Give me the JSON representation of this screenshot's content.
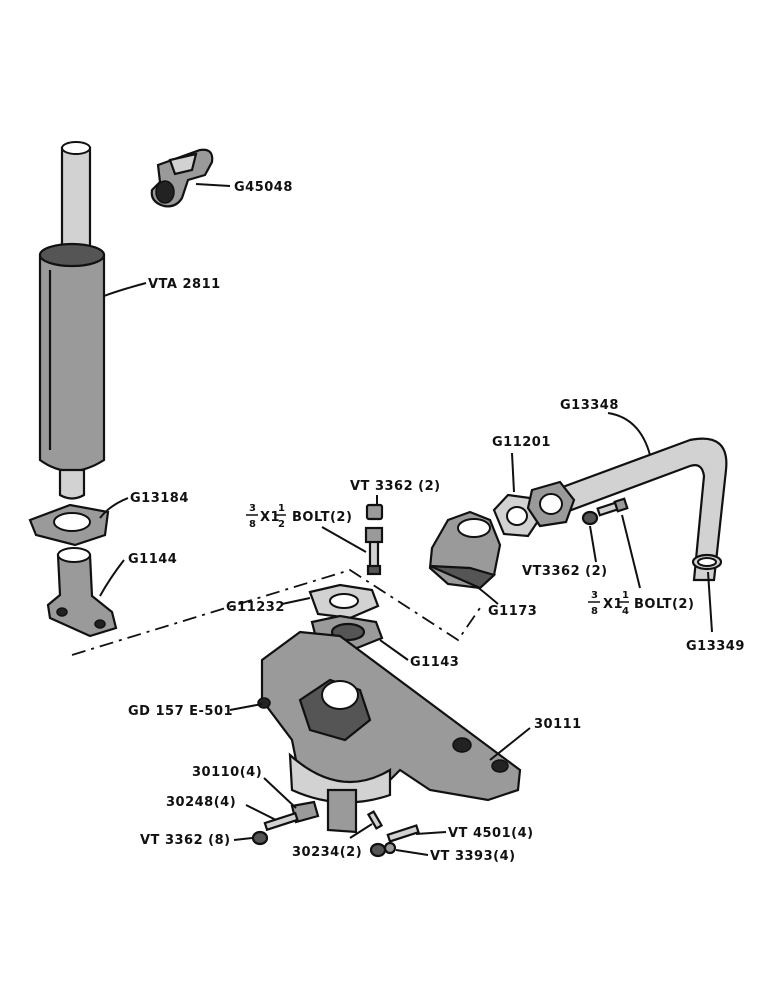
{
  "labels": {
    "g45048": "G45048",
    "vta2811": "VTA 2811",
    "g13184": "G13184",
    "g1144": "G1144",
    "vt3362_2_top": "VT 3362 (2)",
    "bolt_a_num": "3",
    "bolt_a_den": "8",
    "bolt_a_x": "X1",
    "bolt_a_fnum": "1",
    "bolt_a_fden": "2",
    "bolt_a_tail": "BOLT(2)",
    "g11232": "G11232",
    "g1143": "G1143",
    "g11201": "G11201",
    "g13348": "G13348",
    "g1173": "G1173",
    "vt3362_2_right": "VT3362 (2)",
    "bolt_b_num": "3",
    "bolt_b_den": "8",
    "bolt_b_x": "X1",
    "bolt_b_fnum": "1",
    "bolt_b_fden": "4",
    "bolt_b_tail": "BOLT(2)",
    "g13349": "G13349",
    "gd157": "GD 157 E-501",
    "p30111": "30111",
    "p30110": "30110(4)",
    "p30248": "30248(4)",
    "vt3362_8": "VT 3362 (8)",
    "p30234": "30234(2)",
    "vt4501": "VT 4501(4)",
    "vt3393": "VT 3393(4)"
  }
}
